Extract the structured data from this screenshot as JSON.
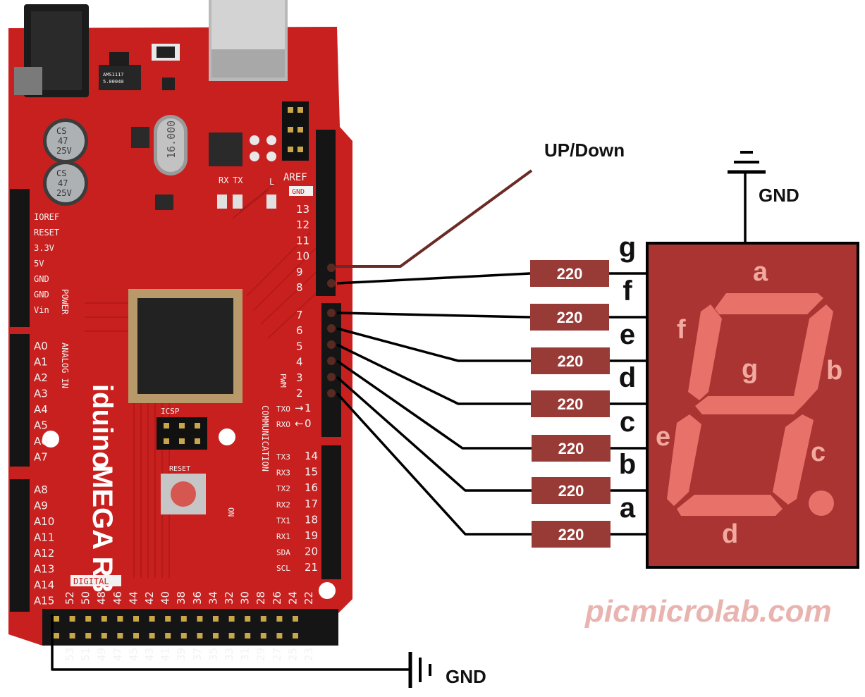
{
  "board": {
    "brand": "iduino",
    "model": "MEGA R3",
    "regulator_text": [
      "AMS1117",
      "5.00040"
    ],
    "cap_texts": [
      "CS",
      "47",
      "25V"
    ],
    "crystal_text": "16.000",
    "icsp_label": "ICSP",
    "reset_label": "RESET",
    "on_label": "ON",
    "aref_label": "AREF",
    "gnd_top_label": "GND",
    "pwm_label": "PWM",
    "power_header": "POWER",
    "analog_header": "ANALOG IN",
    "digital_header": "DIGITAL",
    "communication_header": "COMMUNICATION",
    "power_pins": [
      "IOREF",
      "RESET",
      "3.3V",
      "5V",
      "GND",
      "GND",
      "Vin"
    ],
    "analog_pins": [
      "A0",
      "A1",
      "A2",
      "A3",
      "A4",
      "A5",
      "A6",
      "A7",
      "A8",
      "A9",
      "A10",
      "A11",
      "A12",
      "A13",
      "A14",
      "A15"
    ],
    "pwm_pins": [
      "13",
      "12",
      "11",
      "10",
      "9",
      "8",
      "7",
      "6",
      "5",
      "4",
      "3",
      "2"
    ],
    "comm_pins": [
      {
        "name": "TXO",
        "arrow": "→",
        "num": "1"
      },
      {
        "name": "RXO",
        "arrow": "←",
        "num": "0"
      },
      {
        "name": "TX3",
        "arrow": "",
        "num": "14"
      },
      {
        "name": "RX3",
        "arrow": "",
        "num": "15"
      },
      {
        "name": "TX2",
        "arrow": "",
        "num": "16"
      },
      {
        "name": "RX2",
        "arrow": "",
        "num": "17"
      },
      {
        "name": "TX1",
        "arrow": "",
        "num": "18"
      },
      {
        "name": "RX1",
        "arrow": "",
        "num": "19"
      },
      {
        "name": "SDA",
        "arrow": "",
        "num": "20"
      },
      {
        "name": "SCL",
        "arrow": "",
        "num": "21"
      }
    ],
    "digital_top_row": [
      "52",
      "50",
      "48",
      "46",
      "44",
      "42",
      "40",
      "38",
      "36",
      "34",
      "32",
      "30",
      "28",
      "26",
      "24",
      "22"
    ],
    "digital_bottom_row": [
      "53",
      "51",
      "49",
      "47",
      "45",
      "43",
      "41",
      "39",
      "37",
      "35",
      "33",
      "31",
      "29",
      "27",
      "25",
      "23"
    ],
    "led_labels": [
      "RX",
      "TX",
      "L"
    ]
  },
  "diagram": {
    "updown_label": "UP/Down",
    "gnd_top_label": "GND",
    "gnd_bottom_label": "GND",
    "resistor_value": "220",
    "resistor_count": 7,
    "pin_labels": [
      "g",
      "f",
      "e",
      "d",
      "c",
      "b",
      "a"
    ]
  },
  "display": {
    "segment_labels": {
      "a": "a",
      "b": "b",
      "c": "c",
      "d": "d",
      "e": "e",
      "f": "f",
      "g": "g"
    },
    "body_color": "#a93432",
    "segment_color": "#e8716a"
  },
  "colors": {
    "pcb": "#c8201e",
    "resistor": "#983b37",
    "wire": "#000000",
    "updown_wire": "#6b2a26",
    "watermark": "#e9b4b0"
  },
  "watermark": "picmicrolab.com"
}
